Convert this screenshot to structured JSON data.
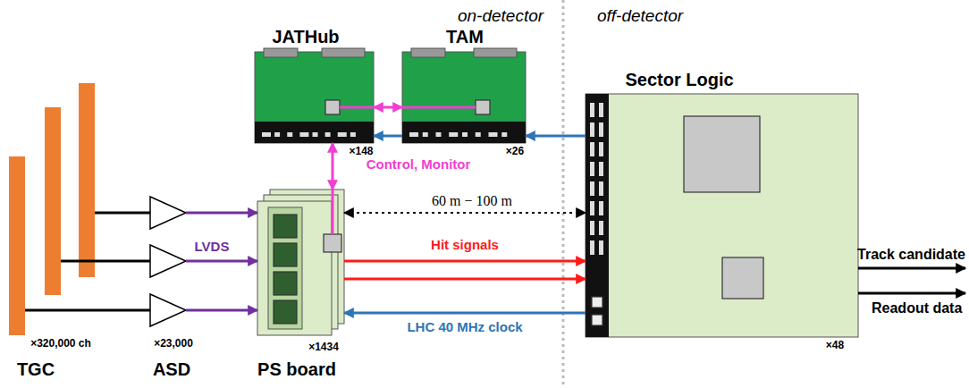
{
  "diagram": {
    "nodes": [
      {
        "text": [
          "TGC",
          "×320,000 ch"
        ]
      },
      {
        "text": [
          "ASD",
          "×23,000"
        ]
      },
      {
        "text": [
          "PS board",
          "×1434"
        ]
      },
      {
        "text": [
          "JATHub",
          "×148"
        ]
      },
      {
        "text": [
          "TAM",
          "×26"
        ]
      },
      {
        "text": [
          "Sector Logic",
          "×48"
        ]
      }
    ],
    "edges": [
      {
        "from": 0,
        "to": 1,
        "arrow": "none"
      },
      {
        "from": 0,
        "to": 1,
        "arrow": "none"
      },
      {
        "from": 0,
        "to": 1,
        "arrow": "none"
      },
      {
        "from": 1,
        "to": 2,
        "arrow": "to"
      },
      {
        "from": 1,
        "to": 2,
        "label": "LVDS",
        "arrow": "to"
      },
      {
        "from": 1,
        "to": 2,
        "arrow": "to"
      },
      {
        "from": 3,
        "to": 4,
        "arrow": "both"
      },
      {
        "from": 3,
        "to": 2,
        "label": "Control, Monitor",
        "arrow": "both"
      },
      {
        "from": 2,
        "to": 5,
        "label": "60 m − 100 m",
        "arrow": "both"
      },
      {
        "from": 2,
        "to": 5,
        "label": "Hit signals",
        "arrow": "to"
      },
      {
        "from": 2,
        "to": 5,
        "arrow": "to"
      },
      {
        "from": 5,
        "to": 2,
        "label": "LHC 40 MHz clock",
        "arrow": "to"
      },
      {
        "from": 5,
        "to": 4,
        "arrow": "to"
      },
      {
        "from": 4,
        "to": 3,
        "arrow": "to"
      }
    ],
    "labels": [
      "on-detector",
      "off-detector",
      "Track candidate",
      "Readout data"
    ]
  }
}
